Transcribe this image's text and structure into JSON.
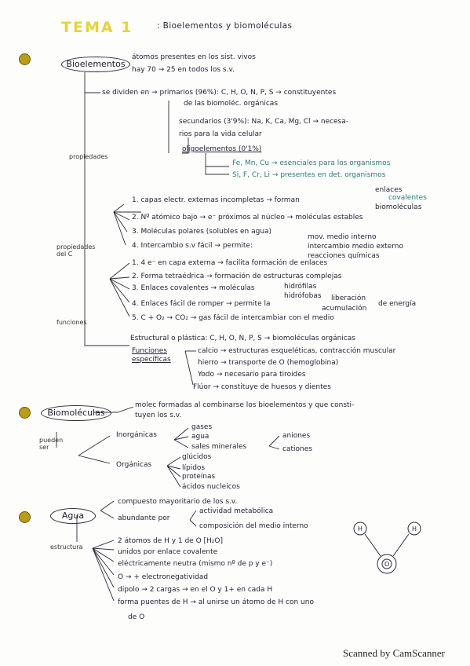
{
  "title": "TEMA 1",
  "subtitle": ": Bioelementos y biomoléculas",
  "sec1": {
    "heading": "Bioelementos",
    "l1": "átomos presentes en los sist. vivos",
    "l2": "hay 70 → 25 en todos los s.v.",
    "l3": "se dividen en → primarios (96%): C, H, O, N, P, S → constituyentes",
    "l4": "de las biomoléc. orgánicas",
    "l5": "secundarios (3'9%): Na, K, Ca, Mg, Cl → necesa-",
    "l6": "rios para la vida celular",
    "l7": "oligoelementos (0'1%)",
    "l8": "Fe, Mn, Cu → esenciales para los organismos",
    "l9": "Si, F, Cr, Li → presentes en det. organismos",
    "side_prop": "propiedades",
    "p1": "1. capas electr. externas incompletas → forman",
    "p1a": "enlaces",
    "p1b": "covalentes",
    "p1c": "biomoléculas",
    "p2": "2. Nº atómico bajo → e⁻ próximos al núcleo → moléculas estables",
    "p3": "3. Moléculas polares (solubles en agua)",
    "p4": "4. Intercambio s.v fácil → permite:",
    "p4a": "mov. medio interno",
    "p4b": "intercambio medio externo",
    "p4c": "reacciones químicas",
    "side_propc": "propiedades del C",
    "c1": "1. 4 e⁻ en capa externa → facilita formación de enlaces",
    "c2": "2. Forma tetraédrica → formación de estructuras complejas",
    "c3": "3. Enlaces covalentes → moléculas",
    "c3a": "hidrófilas",
    "c3b": "hidrófobas",
    "c4": "4. Enlaces fácil de romper → permite la",
    "c4a": "liberación",
    "c4b": "acumulación",
    "c4c": "de energía",
    "c5": "5. C + O₂ → CO₂ → gas fácil de intercambiar con el medio",
    "side_func": "funciones",
    "f1": "Estructural o plástica: C, H, O, N, P, S → biomoléculas orgánicas",
    "f2": "Funciones específicas",
    "f2a": "calcio → estructuras esqueléticas, contracción muscular",
    "f2b": "hierro → transporte de O (hemoglobina)",
    "f2c": "Yodo → necesario para tiroides",
    "f2d": "Flúor → constituye de huesos y dientes"
  },
  "sec2": {
    "heading": "Biomoléculas",
    "l1": "molec formadas al combinarse los bioelementos y que consti-",
    "l2": "tuyen los s.v.",
    "side": "pueden ser",
    "inorg": "Inorgánicas",
    "inorg_a": "gases",
    "inorg_b": "agua",
    "inorg_c": "sales minerales",
    "anion": "aniones",
    "cation": "cationes",
    "org": "Orgánicas",
    "org_a": "glúcidos",
    "org_b": "lípidos",
    "org_c": "proteínas",
    "org_d": "ácidos nucleicos"
  },
  "sec3": {
    "heading": "Agua",
    "l1": "compuesto mayoritario de los s.v.",
    "l2": "abundante por",
    "l2a": "actividad metabólica",
    "l2b": "composición del medio interno",
    "side": "estructura",
    "e1": "2 átomos de H y 1 de O [H₂O]",
    "e2": "unidos por enlace covalente",
    "e3": "eléctricamente neutra (mismo nº de p y e⁻)",
    "e4": "O → + electronegatividad",
    "e5": "dipolo → 2 cargas → en el O y 1+ en cada H",
    "e6": "forma puentes de H → al unirse un átomo de H con uno",
    "e7": "de O",
    "atom_h": "H",
    "atom_o": "O"
  },
  "watermark": "Scanned by CamScanner"
}
